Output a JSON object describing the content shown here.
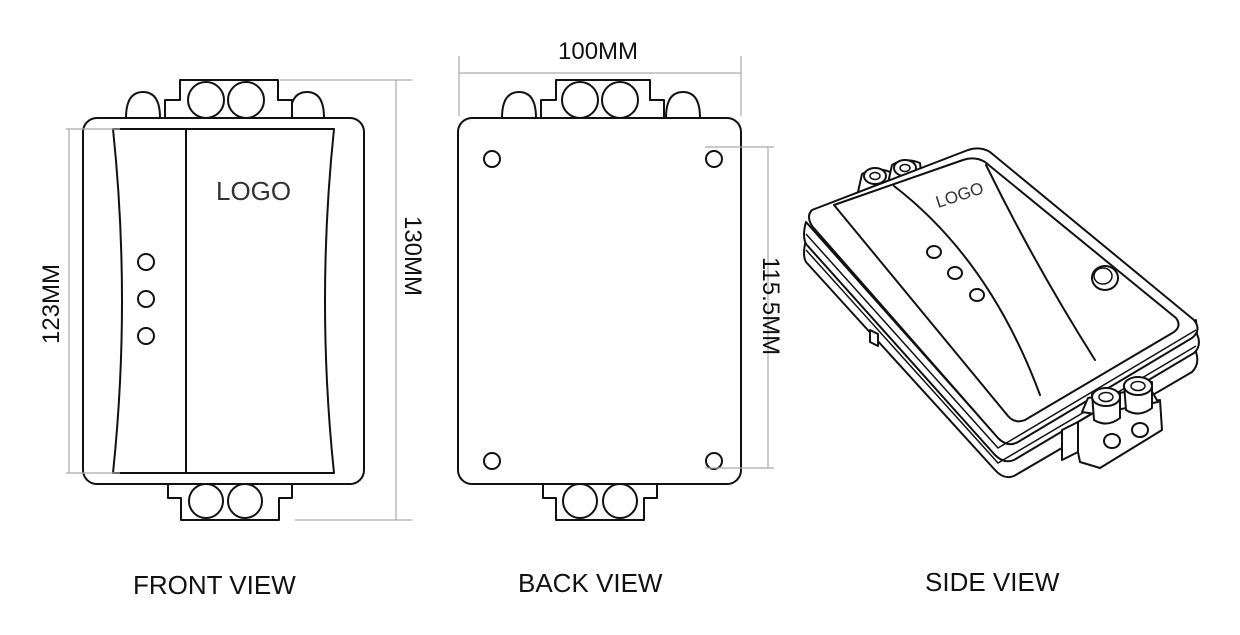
{
  "views": {
    "front": {
      "label": "FRONT VIEW",
      "logo": "LOGO"
    },
    "back": {
      "label": "BACK VIEW"
    },
    "side": {
      "label": "SIDE VIEW",
      "logo": "LOGO"
    }
  },
  "dimensions": {
    "front_height_inner": "123MM",
    "front_height_total": "130MM",
    "back_width": "100MM",
    "back_hole_spacing": "115.5MM"
  },
  "colors": {
    "stroke": "#111111",
    "extension_line": "#aaaaaa",
    "background": "#ffffff"
  }
}
